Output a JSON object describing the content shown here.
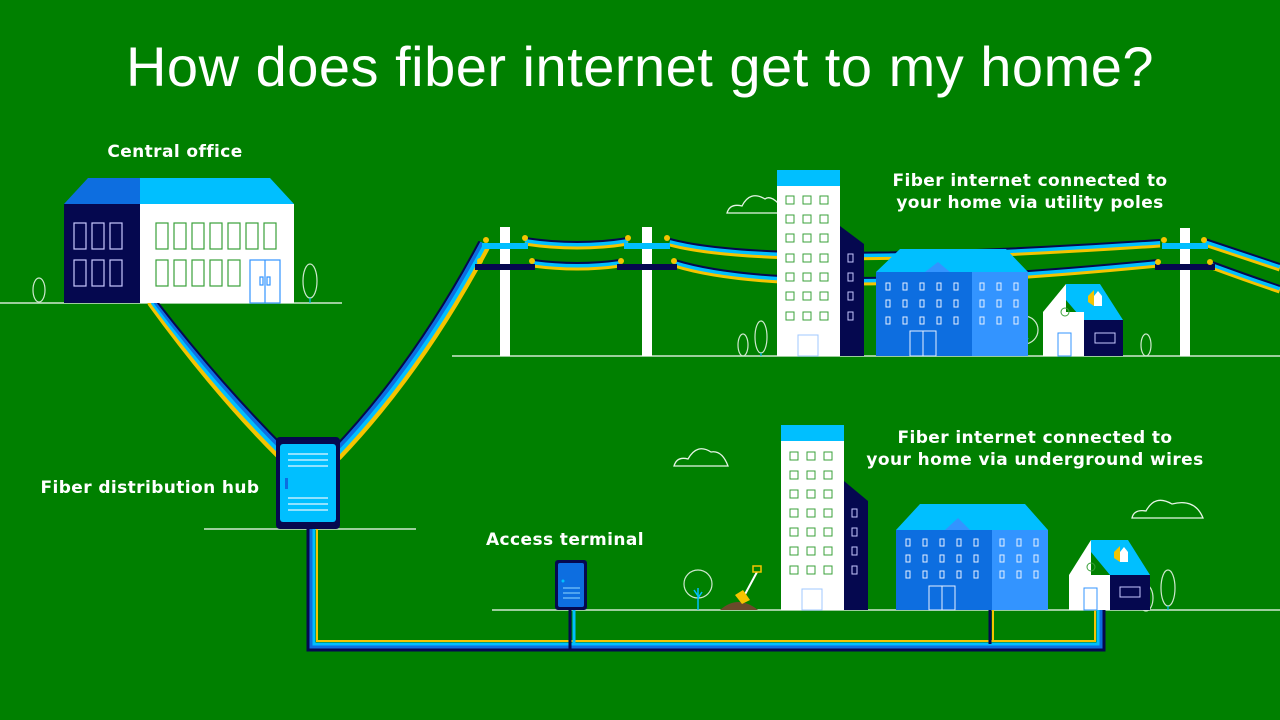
{
  "title": "How does fiber internet get to my home?",
  "labels": {
    "central_office": "Central office",
    "distribution_hub": "Fiber distribution hub",
    "utility_poles_line1": "Fiber internet connected to",
    "utility_poles_line2": "your home via utility poles",
    "underground_line1": "Fiber internet connected to",
    "underground_line2": "your home via underground wires",
    "access_terminal": "Access terminal"
  },
  "colors": {
    "background": "#008000",
    "navy": "#05084f",
    "royal_blue": "#0d6ee0",
    "sky_blue": "#00bfff",
    "light_blue": "#3394ff",
    "cable_yellow": "#f5c400",
    "white": "#ffffff",
    "dirt_brown": "#6b4a2b"
  },
  "icons": [
    "central-office-building",
    "fiber-distribution-hub-cabinet",
    "utility-pole",
    "apartment-tower",
    "apartment-block",
    "house",
    "access-terminal-box",
    "shovel-icon",
    "tree-icon",
    "cloud-icon"
  ]
}
